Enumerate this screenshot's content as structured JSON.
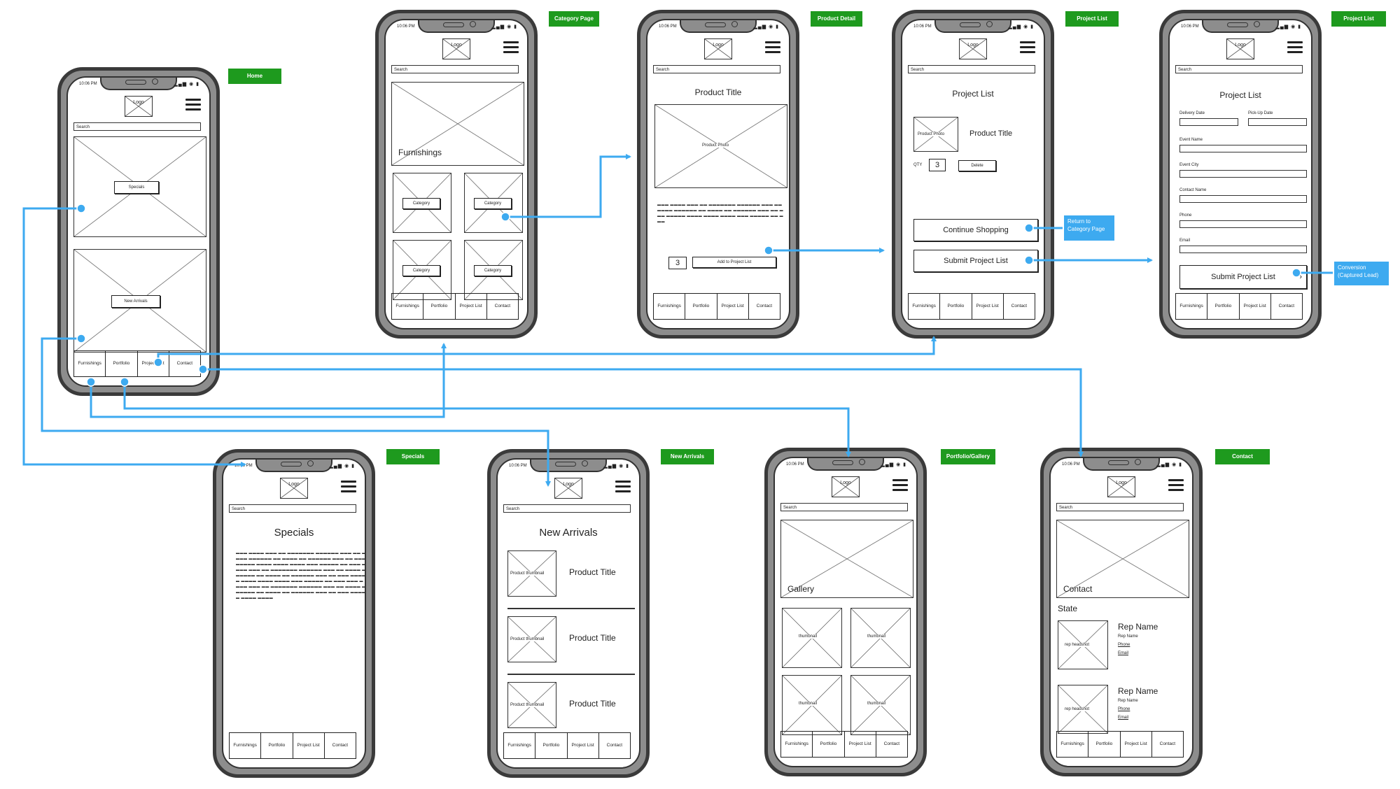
{
  "common": {
    "time": "10:06 PM",
    "logo": "Logo",
    "search": "Search",
    "nav": [
      "Furnishings",
      "Portfolio",
      "Project List",
      "Contact"
    ]
  },
  "labels": {
    "home": "Home",
    "category": "Category Page",
    "detail": "Product Detail",
    "list1": "Project List",
    "list2": "Project List",
    "specials": "Specials",
    "arrivals": "New Arrivals",
    "portfolio": "Portfolio/Gallery",
    "contact": "Contact"
  },
  "notes": {
    "return_to_category": "Return to Category Page",
    "conversion": "Conversion (Captured Lead)"
  },
  "home": {
    "specials": "Specials",
    "new_arrivals": "New Arrivals"
  },
  "category_page": {
    "hero": "Furnishings",
    "category": "Category"
  },
  "product_detail": {
    "title": "Product Title",
    "photo": "Product Photo",
    "qty": "3",
    "add_button": "Add to Project List"
  },
  "project_list": {
    "title": "Project List",
    "photo": "Product Photo",
    "product_title": "Product Title",
    "qty_label": "QTY",
    "qty": "3",
    "delete": "Delete",
    "continue": "Continue Shopping",
    "submit": "Submit Project List",
    "chevron": "›"
  },
  "project_form": {
    "title": "Project List",
    "delivery": "Delivery Date",
    "pickup": "Pick-Up Date",
    "event_name": "Event Name",
    "event_city": "Event City",
    "contact_name": "Contact Name",
    "phone": "Phone",
    "email": "Email",
    "submit": "Submit Project List",
    "chevron": "›"
  },
  "specials": {
    "title": "Specials"
  },
  "new_arrivals": {
    "title": "New Arrivals",
    "thumb": "Product thumbnail",
    "product_title": "Product Title"
  },
  "portfolio": {
    "hero": "Gallery",
    "thumb": "thumbnail"
  },
  "contact": {
    "hero": "Contact",
    "state": "State",
    "rep_name": "Rep Name",
    "rep_sub": "Rep Name",
    "phone": "Phone",
    "email": "Email",
    "headshot": "rep headshot"
  },
  "colors": {
    "accent": "#3daaf0",
    "tag_green": "#1e9a1e"
  }
}
